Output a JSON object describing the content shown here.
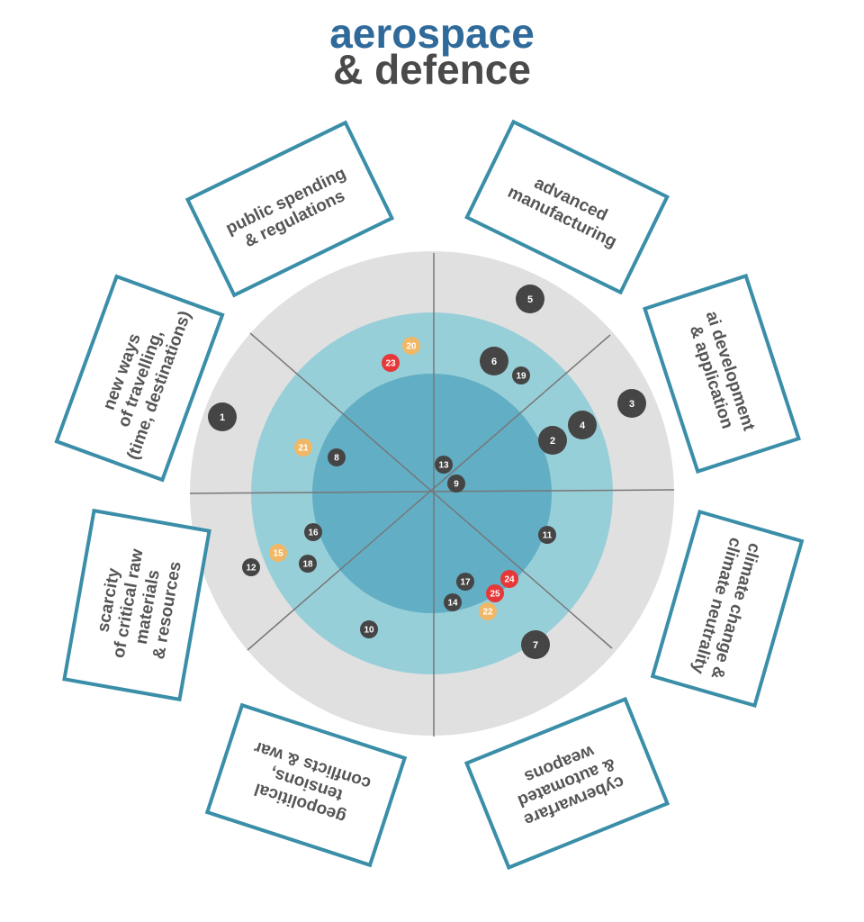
{
  "title": {
    "line1": "aerospace",
    "line2": "& defence"
  },
  "colors": {
    "outer_ring": "#e0e0e0",
    "middle_ring": "#97cfd9",
    "inner_ring": "#62aec4",
    "box_border": "#3a8ea8",
    "dot_dark": "#454545",
    "dot_orange": "#f0b866",
    "dot_red": "#e63838",
    "divider": "#777777"
  },
  "sectors": [
    {
      "lines": [
        "public spending",
        "& regulations"
      ]
    },
    {
      "lines": [
        "advanced",
        "manufacturing"
      ]
    },
    {
      "lines": [
        "ai development",
        "& application"
      ]
    },
    {
      "lines": [
        "climate change &",
        "climate neutrality"
      ]
    },
    {
      "lines": [
        "cyberwarfare",
        "& automated",
        "weapons"
      ]
    },
    {
      "lines": [
        "geopolitical",
        "tensions,",
        "conflicts & war"
      ]
    },
    {
      "lines": [
        "scarcity",
        "of critical raw",
        "materials",
        "& resources"
      ]
    },
    {
      "lines": [
        "new ways",
        "of travelling,",
        "(time, destinations)"
      ]
    }
  ],
  "items": [
    {
      "n": "1",
      "c": "dark",
      "big": true
    },
    {
      "n": "2",
      "c": "dark",
      "big": true
    },
    {
      "n": "3",
      "c": "dark",
      "big": true
    },
    {
      "n": "4",
      "c": "dark",
      "big": true
    },
    {
      "n": "5",
      "c": "dark",
      "big": true
    },
    {
      "n": "6",
      "c": "dark",
      "big": true
    },
    {
      "n": "7",
      "c": "dark",
      "big": true
    },
    {
      "n": "8",
      "c": "dark"
    },
    {
      "n": "9",
      "c": "dark"
    },
    {
      "n": "10",
      "c": "dark"
    },
    {
      "n": "11",
      "c": "dark"
    },
    {
      "n": "12",
      "c": "dark"
    },
    {
      "n": "13",
      "c": "dark"
    },
    {
      "n": "14",
      "c": "dark"
    },
    {
      "n": "15",
      "c": "orange"
    },
    {
      "n": "16",
      "c": "dark"
    },
    {
      "n": "17",
      "c": "dark"
    },
    {
      "n": "18",
      "c": "dark"
    },
    {
      "n": "19",
      "c": "dark"
    },
    {
      "n": "20",
      "c": "orange"
    },
    {
      "n": "21",
      "c": "orange"
    },
    {
      "n": "22",
      "c": "orange"
    },
    {
      "n": "23",
      "c": "red"
    },
    {
      "n": "24",
      "c": "red"
    },
    {
      "n": "25",
      "c": "red"
    }
  ]
}
